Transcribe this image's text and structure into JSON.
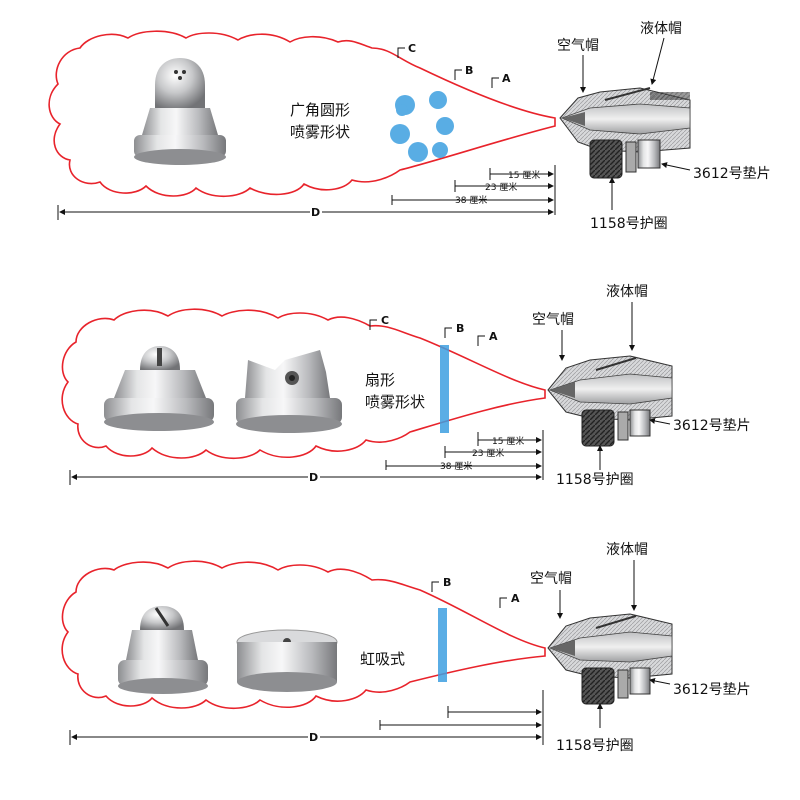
{
  "colors": {
    "outline": "#e8232b",
    "spray_dots": "#3d9fe0",
    "metal_light": "#e9e9ea",
    "metal_dark": "#8c8d90",
    "line": "#111111"
  },
  "diagrams": [
    {
      "pattern_label_lines": [
        "广角圆形",
        "喷雾形状"
      ],
      "part_labels": {
        "air_cap": "空气帽",
        "fluid_cap": "液体帽",
        "gasket": "3612号垫片",
        "retaining_ring": "1158号护圈"
      },
      "position_marks": {
        "c": "C",
        "b": "B",
        "a": "A"
      },
      "distances": [
        "15 厘米",
        "23 厘米",
        "38 厘米"
      ],
      "overall_distance": "D"
    },
    {
      "pattern_label_lines": [
        "扇形",
        "喷雾形状"
      ],
      "part_labels": {
        "air_cap": "空气帽",
        "fluid_cap": "液体帽",
        "gasket": "3612号垫片",
        "retaining_ring": "1158号护圈"
      },
      "position_marks": {
        "c": "C",
        "b": "B",
        "a": "A"
      },
      "distances": [
        "15 厘米",
        "23 厘米",
        "38 厘米"
      ],
      "overall_distance": "D"
    },
    {
      "pattern_label_lines": [
        "虹吸式"
      ],
      "part_labels": {
        "air_cap": "空气帽",
        "fluid_cap": "液体帽",
        "gasket": "3612号垫片",
        "retaining_ring": "1158号护圈"
      },
      "position_marks": {
        "b": "B",
        "a": "A"
      },
      "distances": [],
      "overall_distance": "D"
    }
  ]
}
